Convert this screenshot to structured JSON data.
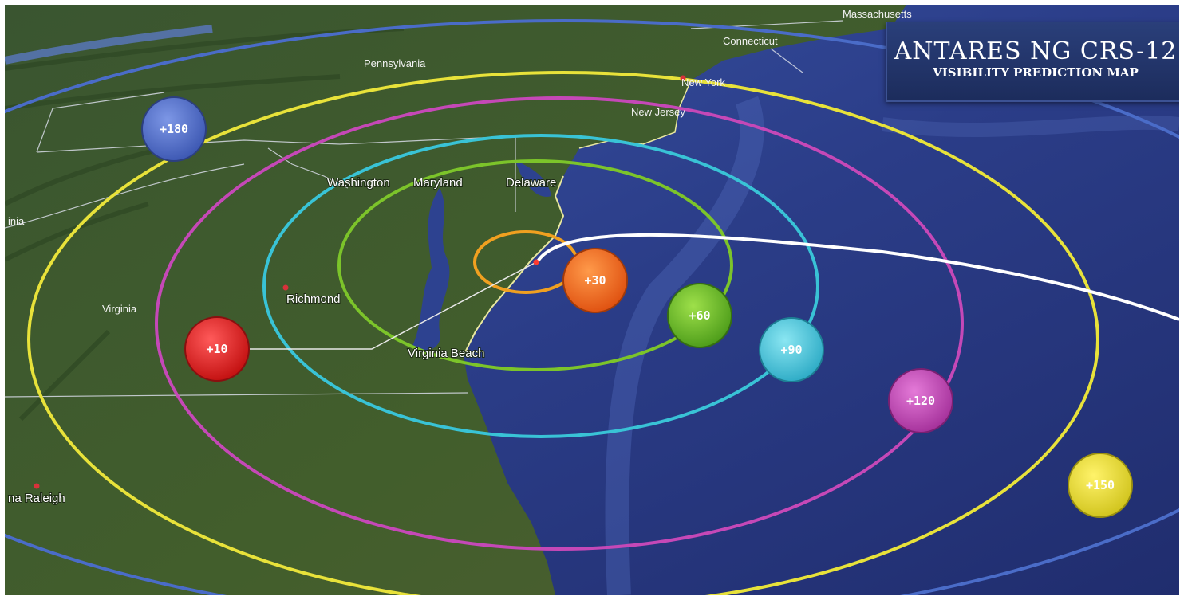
{
  "banner": {
    "title": "ANTARES NG CRS-12",
    "subtitle": "VISIBILITY PREDICTION MAP"
  },
  "places": {
    "massachusetts": "Massachusetts",
    "connecticut": "Connecticut",
    "pennsylvania": "Pennsylvania",
    "new_york": "New York",
    "new_jersey": "New Jersey",
    "washington": "Washington",
    "maryland": "Maryland",
    "delaware": "Delaware",
    "virginia_edge": "inia",
    "richmond": "Richmond",
    "virginia": "Virginia",
    "virginia_beach": "Virginia Beach",
    "raleigh": "na Raleigh"
  },
  "markers": {
    "t10": "+10",
    "t30": "+30",
    "t60": "+60",
    "t90": "+90",
    "t120": "+120",
    "t150": "+150",
    "t180": "+180"
  },
  "colors": {
    "ring_30": "#f0a020",
    "ring_60": "#7cc42a",
    "ring_90": "#39c3d6",
    "ring_120": "#c548b7",
    "ring_150": "#e8e23a",
    "ring_180": "#4a6cc8",
    "marker_10": "#e21b1b",
    "marker_30": "#f0641a",
    "marker_60": "#5fb523",
    "marker_90": "#3cc0d6",
    "marker_120": "#c044b4",
    "marker_150": "#e6df25",
    "marker_180": "#4e6bc6",
    "ocean": "#2d3f86",
    "land": "#3f5a2c",
    "trajectory": "#ffffff"
  }
}
